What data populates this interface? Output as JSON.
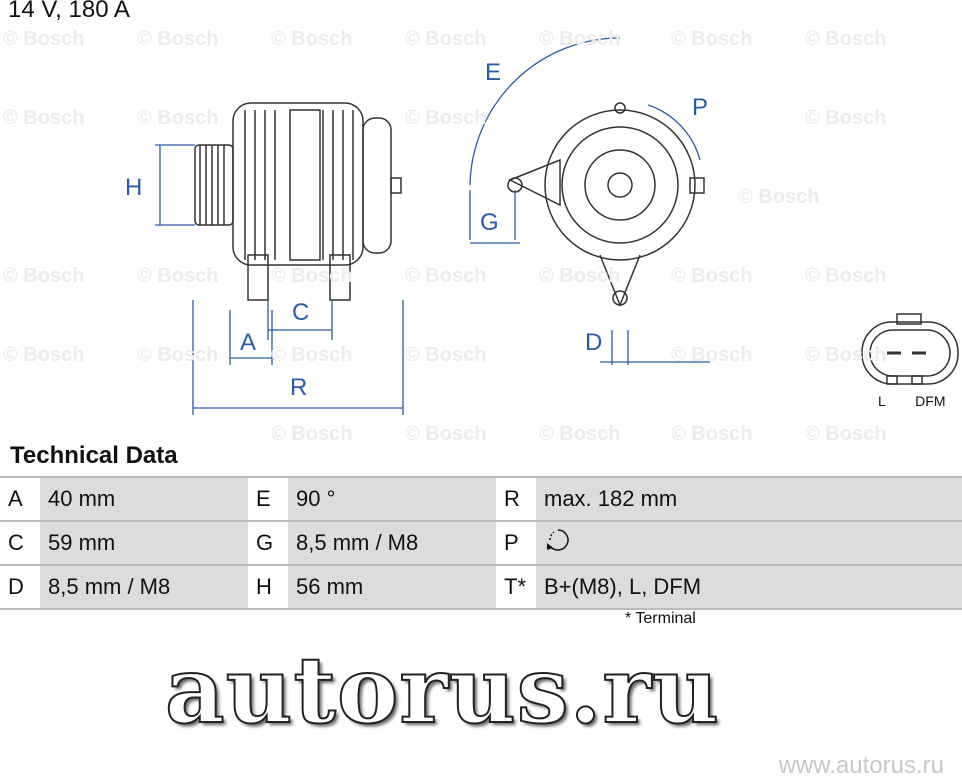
{
  "header": {
    "title": "14 V, 180 A"
  },
  "watermark": {
    "text": "© Bosch",
    "overlay": "autorus.ru",
    "site": "www.autorus.ru"
  },
  "diagram": {
    "labels": {
      "H": "H",
      "A": "A",
      "C": "C",
      "R": "R",
      "E": "E",
      "G": "G",
      "P": "P",
      "D": "D"
    },
    "connector_pins": [
      "L",
      "DFM"
    ],
    "dimension_color": "#2b5aa8"
  },
  "technical_data": {
    "heading": "Technical Data",
    "rows": [
      [
        {
          "k": "A",
          "v": "40 mm"
        },
        {
          "k": "E",
          "v": "90 °"
        },
        {
          "k": "R",
          "v": "max. 182 mm"
        }
      ],
      [
        {
          "k": "C",
          "v": "59 mm"
        },
        {
          "k": "G",
          "v": "8,5 mm / M8"
        },
        {
          "k": "P",
          "v": "",
          "icon": "clockwise-rotation-icon"
        }
      ],
      [
        {
          "k": "D",
          "v": "8,5 mm / M8"
        },
        {
          "k": "H",
          "v": "56 mm"
        },
        {
          "k": "T*",
          "v": "B+(M8), L, DFM"
        }
      ]
    ],
    "footnote": "* Terminal"
  }
}
